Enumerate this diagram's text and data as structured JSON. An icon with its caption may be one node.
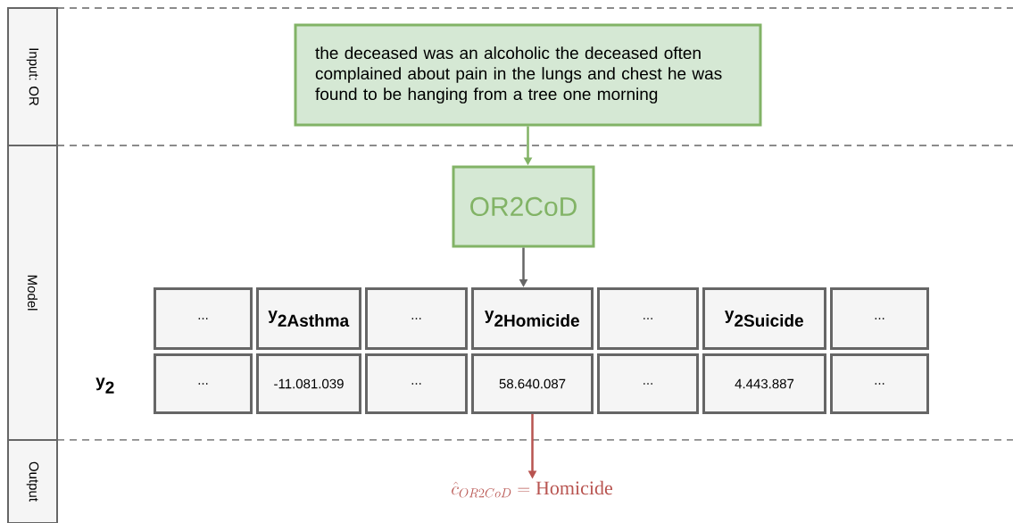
{
  "diagram": {
    "nodes": [
      {
        "text": [
          "Input: OR"
        ]
      },
      {
        "text": [
          "Model"
        ]
      },
      {
        "text": [
          "Output"
        ]
      },
      {
        "text": [
          "the deceased was an alcoholic the deceased often complained about pain in the lungs and chest he was found to be hanging from a tree one morning"
        ]
      },
      {
        "text": [
          "OR2CoD"
        ]
      },
      {
        "text": [
          "..."
        ]
      },
      {
        "text": [
          "\\textbf{y}_{\\textbf{2Asthma}}"
        ]
      },
      {
        "text": [
          "..."
        ]
      },
      {
        "text": [
          "\\textbf{y}_{\\textbf{2Homicide}}"
        ]
      },
      {
        "text": [
          "..."
        ]
      },
      {
        "text": [
          "\\textbf{y}_{\\textbf{2Suicide}}"
        ]
      },
      {
        "text": [
          "..."
        ]
      },
      {
        "text": [
          "..."
        ]
      },
      {
        "text": [
          "-11.081.039"
        ]
      },
      {
        "text": [
          "..."
        ]
      },
      {
        "text": [
          "58.640.087"
        ]
      },
      {
        "text": [
          "..."
        ]
      },
      {
        "text": [
          "4.443.887"
        ]
      },
      {
        "text": [
          "..."
        ]
      },
      {
        "text": [
          "\\hat{c}_{OR2CoD} = \\mathrm{Homicide}"
        ]
      }
    ],
    "edges": [
      {
        "from": 3,
        "to": 4,
        "arrow": "to",
        "color": "#82b366"
      },
      {
        "from": 4,
        "to": 8,
        "arrow": "to",
        "color": "#666666"
      },
      {
        "from": 15,
        "to": 19,
        "arrow": "to",
        "color": "#b85450"
      }
    ],
    "labels": [
      "\\textbf{y}_{\\textbf{2}}"
    ]
  }
}
